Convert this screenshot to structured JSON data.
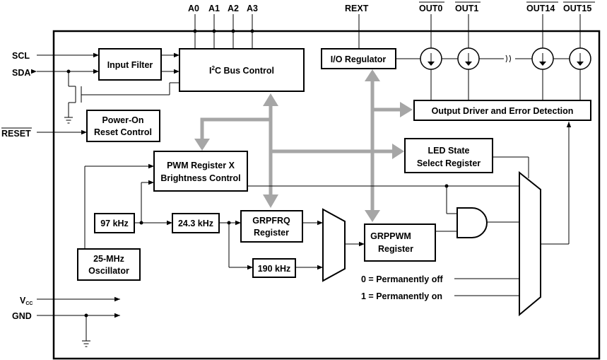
{
  "pins": {
    "scl": "SCL",
    "sda": "SDA",
    "reset": "RESET",
    "vcc_main": "V",
    "vcc_sub": "CC",
    "gnd": "GND",
    "a0": "A0",
    "a1": "A1",
    "a2": "A2",
    "a3": "A3",
    "rext": "REXT",
    "out0": "OUT0",
    "out1": "OUT1",
    "out14": "OUT14",
    "out15": "OUT15"
  },
  "blocks": {
    "input_filter": "Input Filter",
    "i2c_pre": "I",
    "i2c_sup": "2",
    "i2c_post": "C Bus Control",
    "power_on_1": "Power-On",
    "power_on_2": "Reset Control",
    "io_regulator": "I/O Regulator",
    "output_driver": "Output Driver and Error Detection",
    "led_state_1": "LED State",
    "led_state_2": "Select Register",
    "pwm_reg_1": "PWM Register X",
    "pwm_reg_2": "Brightness Control",
    "khz97": "97 kHz",
    "khz243": "24.3 kHz",
    "grpfrq_1": "GRPFRQ",
    "grpfrq_2": "Register",
    "khz190": "190 kHz",
    "grppwm_1": "GRPPWM",
    "grppwm_2": "Register",
    "osc_1": "25-MHz",
    "osc_2": "Oscillator"
  },
  "notes": {
    "perm_off": "0 = Permanently off",
    "perm_on": "1 = Permanently on"
  }
}
